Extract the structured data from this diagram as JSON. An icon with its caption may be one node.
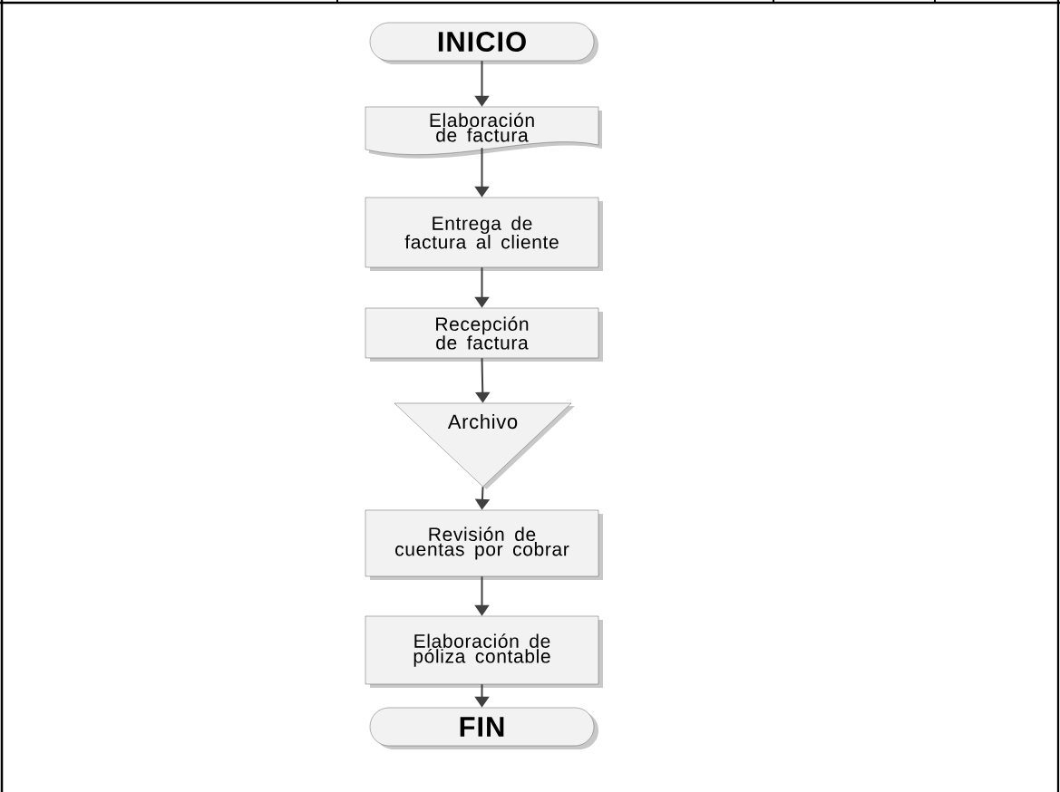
{
  "diagram": {
    "nodes": [
      {
        "text": [
          "INICIO"
        ]
      },
      {
        "text": [
          "Elaboración de factura"
        ]
      },
      {
        "text": [
          "Entrega de factura al cliente"
        ]
      },
      {
        "text": [
          "Recepción de factura"
        ]
      },
      {
        "text": [
          "Archivo"
        ]
      },
      {
        "text": [
          "Revisión de cuentas por cobrar"
        ]
      },
      {
        "text": [
          "Elaboración de póliza contable"
        ]
      },
      {
        "text": [
          "FIN"
        ]
      }
    ],
    "edges": [
      {
        "from": 0,
        "to": 1,
        "arrow": "to"
      },
      {
        "from": 1,
        "to": 2,
        "arrow": "to"
      },
      {
        "from": 2,
        "to": 3,
        "arrow": "to"
      },
      {
        "from": 3,
        "to": 4,
        "arrow": "to"
      },
      {
        "from": 4,
        "to": 5,
        "arrow": "to"
      },
      {
        "from": 5,
        "to": 6,
        "arrow": "to"
      },
      {
        "from": 6,
        "to": 7,
        "arrow": "to"
      }
    ]
  }
}
